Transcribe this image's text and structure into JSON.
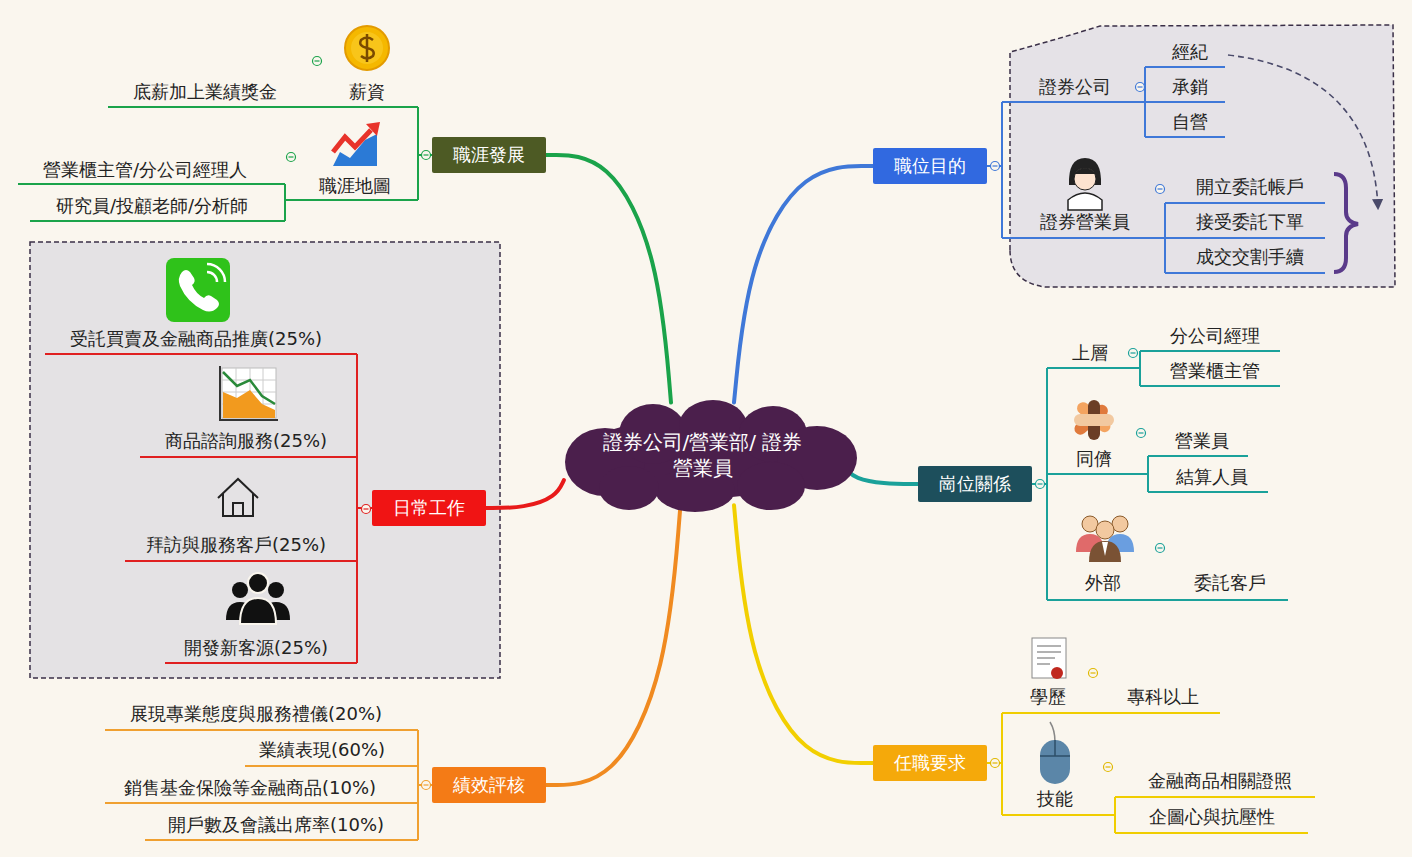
{
  "diagram": {
    "nodes": [
      {
        "text": [
          "證券公司/營業部/ 證券營業員"
        ]
      },
      {
        "text": [
          "職位目的"
        ]
      },
      {
        "text": [
          "崗位關係"
        ]
      },
      {
        "text": [
          "任職要求"
        ]
      },
      {
        "text": [
          "績效評核"
        ]
      },
      {
        "text": [
          "日常工作"
        ]
      },
      {
        "text": [
          "職涯發展"
        ]
      }
    ],
    "edges": [
      {
        "from": 0,
        "to": 1,
        "arrow": "none"
      },
      {
        "from": 0,
        "to": 2,
        "arrow": "none"
      },
      {
        "from": 0,
        "to": 3,
        "arrow": "none"
      },
      {
        "from": 0,
        "to": 4,
        "arrow": "none"
      },
      {
        "from": 0,
        "to": 5,
        "arrow": "none"
      },
      {
        "from": 0,
        "to": 6,
        "arrow": "none"
      }
    ],
    "labels": [
      "薪資",
      "底薪加上業績獎金",
      "職涯地圖",
      "營業櫃主管/分公司經理人",
      "研究員/投顧老師/分析師",
      "受託買賣及金融商品推廣(25%)",
      "商品諮詢服務(25%)",
      "拜訪與服務客戶(25%)",
      "開發新客源(25%)",
      "展現專業態度與服務禮儀(20%)",
      "業績表現(60%)",
      "銷售基金保險等金融商品(10%)",
      "開戶數及會議出席率(10%)",
      "證券公司",
      "經紀",
      "承銷",
      "自營",
      "證券營業員",
      "開立委託帳戶",
      "接受委託下單",
      "成交交割手續",
      "上層",
      "分公司經理",
      "營業櫃主管",
      "同儕",
      "營業員",
      "結算人員",
      "外部",
      "委託客戶",
      "學歷",
      "專科以上",
      "技能",
      "金融商品相關證照",
      "企圖心與抗壓性"
    ]
  }
}
